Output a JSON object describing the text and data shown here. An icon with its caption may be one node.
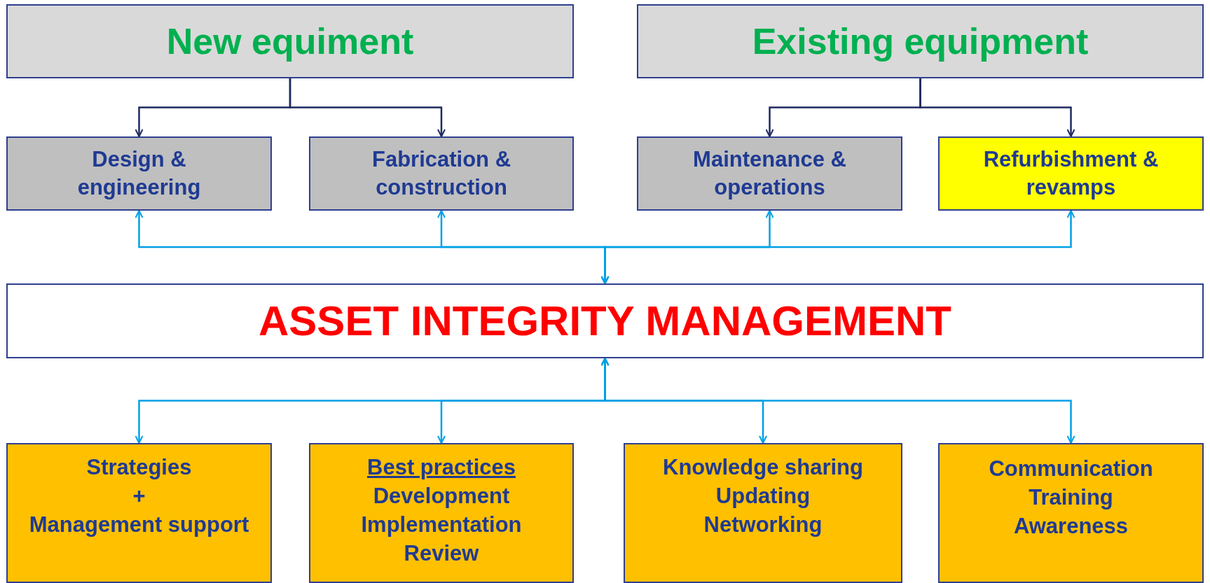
{
  "diagram": {
    "nodes": [
      {
        "text": [
          "New equiment"
        ]
      },
      {
        "text": [
          "Existing equipment"
        ]
      },
      {
        "text": [
          "Design & engineering"
        ]
      },
      {
        "text": [
          "Fabrication & construction"
        ]
      },
      {
        "text": [
          "Maintenance & operations"
        ]
      },
      {
        "text": [
          "Refurbishment & revamps"
        ]
      },
      {
        "text": [
          "ASSET INTEGRITY MANAGEMENT"
        ]
      },
      {
        "text": [
          "Strategies",
          "+",
          "Management support"
        ]
      },
      {
        "text": [
          "Best practices",
          "Development",
          "Implementation",
          "Review"
        ]
      },
      {
        "text": [
          "Knowledge sharing",
          "Updating",
          "Networking"
        ]
      },
      {
        "text": [
          "Communication",
          "Training",
          "Awareness"
        ]
      }
    ],
    "edges": [
      {
        "from": 0,
        "to": 2,
        "arrow": "to",
        "color": "#1f2a60"
      },
      {
        "from": 0,
        "to": 3,
        "arrow": "to",
        "color": "#1f2a60"
      },
      {
        "from": 1,
        "to": 4,
        "arrow": "to",
        "color": "#1f2a60"
      },
      {
        "from": 1,
        "to": 5,
        "arrow": "to",
        "color": "#1f2a60"
      },
      {
        "from": 6,
        "to": 2,
        "arrow": "both"
      },
      {
        "from": 6,
        "to": 3,
        "arrow": "both"
      },
      {
        "from": 6,
        "to": 4,
        "arrow": "both"
      },
      {
        "from": 6,
        "to": 5,
        "arrow": "both"
      },
      {
        "from": 6,
        "to": 7,
        "arrow": "both"
      },
      {
        "from": 6,
        "to": 8,
        "arrow": "both"
      },
      {
        "from": 6,
        "to": 9,
        "arrow": "both"
      },
      {
        "from": 6,
        "to": 10,
        "arrow": "both"
      }
    ]
  }
}
